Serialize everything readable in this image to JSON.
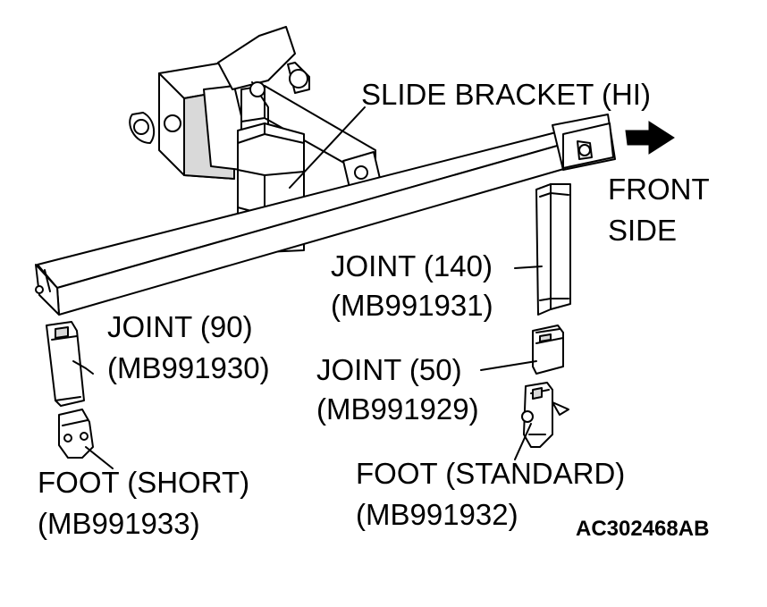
{
  "labels": {
    "slide_bracket": "SLIDE BRACKET (HI)",
    "front": "FRONT",
    "side": "SIDE",
    "joint140_name": "JOINT (140)",
    "joint140_part": "(MB991931)",
    "joint90_name": "JOINT (90)",
    "joint90_part": "(MB991930)",
    "joint50_name": "JOINT (50)",
    "joint50_part": "(MB991929)",
    "foot_short_name": "FOOT (SHORT)",
    "foot_short_part": "(MB991933)",
    "foot_standard_name": "FOOT (STANDARD)",
    "foot_standard_part": "(MB991932)",
    "figure_code": "AC302468AB"
  },
  "colors": {
    "line": "#000000",
    "background": "#ffffff",
    "shade": "#d9d9d9"
  },
  "icons": {
    "front_direction": "arrow-right-icon"
  }
}
